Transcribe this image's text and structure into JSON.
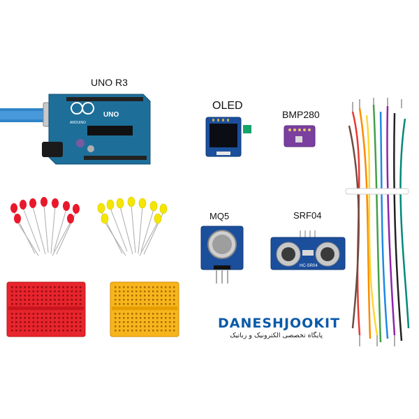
{
  "labels": {
    "uno": "UNO R3",
    "oled": "OLED",
    "bmp": "BMP280",
    "mq5": "MQ5",
    "srf": "SRF04"
  },
  "board_text": {
    "brand": "UNO",
    "arduino": "ARDUINO",
    "srf_marking": "HC-SR04"
  },
  "logo": {
    "main": "DANESHJOOKIT",
    "subtitle": "پایگاه تخصصی الکترونیک و رباتیک"
  },
  "colors": {
    "arduino_board": "#1d6f9a",
    "led_red": "#e8192c",
    "led_yellow": "#f4e600",
    "breadboard_red": "#e8242c",
    "breadboard_yellow": "#f7b51d",
    "module_blue": "#1b4f9c",
    "bmp_board": "#7b3fa0",
    "logo_blue": "#0b5aa8"
  }
}
